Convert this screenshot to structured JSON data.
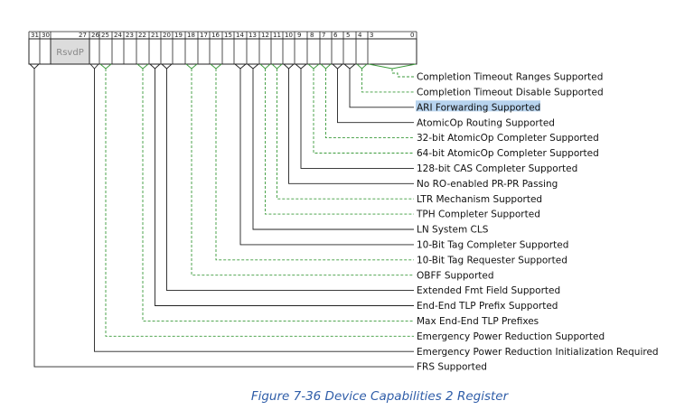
{
  "register": {
    "reserved_label": "RsvdP",
    "bit_numbers": [
      "31",
      "30",
      "27",
      "26",
      "25",
      "24",
      "23",
      "22",
      "21",
      "20",
      "19",
      "18",
      "17",
      "16",
      "15",
      "14",
      "13",
      "12",
      "11",
      "10",
      "9",
      "8",
      "7",
      "6",
      "5",
      "4",
      "3",
      "0"
    ]
  },
  "fields": [
    {
      "label": "Completion Timeout Ranges Supported",
      "style": "dashed",
      "highlight": false
    },
    {
      "label": "Completion Timeout Disable Supported",
      "style": "dashed",
      "highlight": false
    },
    {
      "label": "ARI Forwarding Supported",
      "style": "solid",
      "highlight": true
    },
    {
      "label": "AtomicOp Routing Supported",
      "style": "solid",
      "highlight": false
    },
    {
      "label": "32-bit AtomicOp Completer Supported",
      "style": "dashed",
      "highlight": false
    },
    {
      "label": "64-bit AtomicOp Completer Supported",
      "style": "dashed",
      "highlight": false
    },
    {
      "label": "128-bit CAS Completer Supported",
      "style": "solid",
      "highlight": false
    },
    {
      "label": "No RO-enabled PR-PR Passing",
      "style": "solid",
      "highlight": false
    },
    {
      "label": "LTR Mechanism Supported",
      "style": "dashed",
      "highlight": false
    },
    {
      "label": "TPH Completer Supported",
      "style": "dashed",
      "highlight": false
    },
    {
      "label": "LN System CLS",
      "style": "solid",
      "highlight": false
    },
    {
      "label": "10-Bit Tag Completer Supported",
      "style": "solid",
      "highlight": false
    },
    {
      "label": "10-Bit Tag Requester Supported",
      "style": "dashed",
      "highlight": false
    },
    {
      "label": "OBFF Supported",
      "style": "dashed",
      "highlight": false
    },
    {
      "label": "Extended Fmt Field Supported",
      "style": "solid",
      "highlight": false
    },
    {
      "label": "End-End TLP Prefix Supported",
      "style": "solid",
      "highlight": false
    },
    {
      "label": "Max End-End TLP Prefixes",
      "style": "dashed",
      "highlight": false
    },
    {
      "label": "Emergency Power Reduction Supported",
      "style": "dashed",
      "highlight": false
    },
    {
      "label": "Emergency Power Reduction Initialization Required",
      "style": "solid",
      "highlight": false
    },
    {
      "label": "FRS Supported",
      "style": "solid",
      "highlight": false
    }
  ],
  "caption": "Figure  7-36  Device Capabilities 2 Register",
  "colors": {
    "line": "#222222",
    "dashed": "#3a9a3a",
    "reserved_fill": "#dcdcdc",
    "highlight": "#b7d3ee",
    "caption": "#2f5da8"
  }
}
